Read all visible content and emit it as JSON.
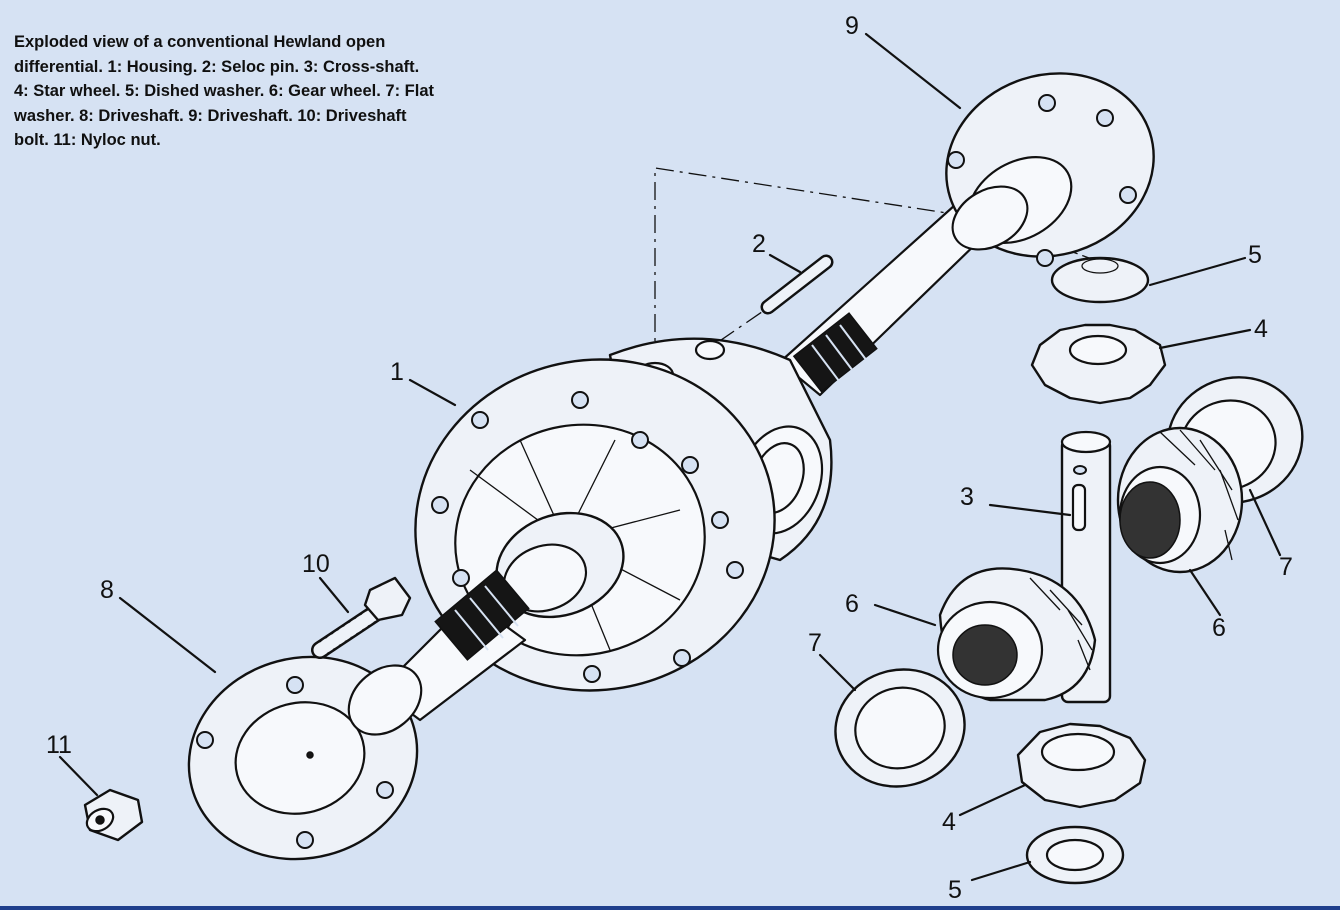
{
  "caption": "Exploded view of a conventional Hewland open differential. 1: Housing. 2: Seloc pin. 3: Cross-shaft. 4: Star wheel. 5: Dished washer. 6: Gear wheel. 7: Flat washer. 8: Driveshaft. 9: Driveshaft. 10: Driveshaft bolt. 11: Nyloc nut.",
  "callouts": {
    "housing": "1",
    "seloc_pin": "2",
    "cross_shaft": "3",
    "star_wheel_top": "4",
    "star_wheel_bottom": "4",
    "dished_washer_top": "5",
    "dished_washer_bottom": "5",
    "gear_wheel_left": "6",
    "gear_wheel_right": "6",
    "flat_washer_left": "7",
    "flat_washer_right": "7",
    "driveshaft_left": "8",
    "driveshaft_right": "9",
    "driveshaft_bolt": "10",
    "nyloc_nut": "11"
  },
  "colors": {
    "background": "#d6e2f3",
    "ink": "#111111",
    "rule": "#1f3f8c"
  }
}
